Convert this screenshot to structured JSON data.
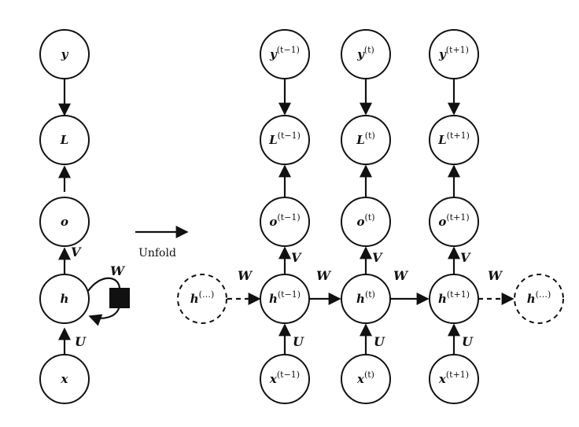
{
  "folded": {
    "y": "y",
    "L": "L",
    "o": "o",
    "h": "h",
    "x": "x",
    "V": "V",
    "W": "W",
    "U": "U"
  },
  "unfold_label": "Unfold",
  "unrolled": {
    "steps": [
      {
        "y": "y",
        "L": "L",
        "o": "o",
        "h": "h",
        "x": "x",
        "sup": "(t−1)"
      },
      {
        "y": "y",
        "L": "L",
        "o": "o",
        "h": "h",
        "x": "x",
        "sup": "(t)"
      },
      {
        "y": "y",
        "L": "L",
        "o": "o",
        "h": "h",
        "x": "x",
        "sup": "(t+1)"
      }
    ],
    "edge_labels": {
      "V": "V",
      "W": "W",
      "U": "U"
    },
    "left_dots": {
      "base": "h",
      "sup": "(…)"
    },
    "right_dots": {
      "base": "h",
      "sup": "(…)"
    }
  }
}
